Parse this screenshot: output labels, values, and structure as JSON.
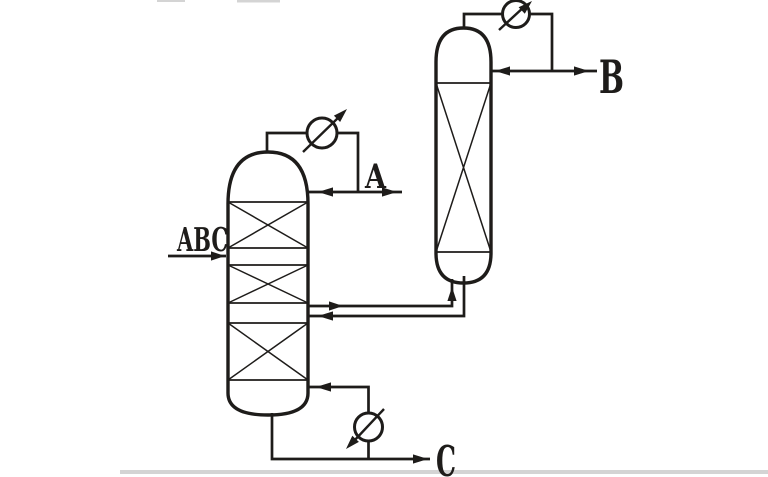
{
  "diagram": {
    "type": "process-flow-diagram",
    "description": "Two packed distillation columns separating feed mixture ABC into overhead product A, side-column overhead product B and bottoms product C",
    "labels": {
      "feed": "ABC",
      "product_a": "A",
      "product_b": "B",
      "product_c": "C"
    },
    "equipment": {
      "main_column": {
        "packing_sections": 3
      },
      "side_column": {
        "packing_sections": 1
      },
      "heat_exchanger_symbols": [
        "condenser-main",
        "condenser-side",
        "reboiler"
      ]
    },
    "colors": {
      "ink": "#1e1c1a",
      "background": "#ffffff",
      "scan_artifact": "#c9c9c9"
    }
  }
}
